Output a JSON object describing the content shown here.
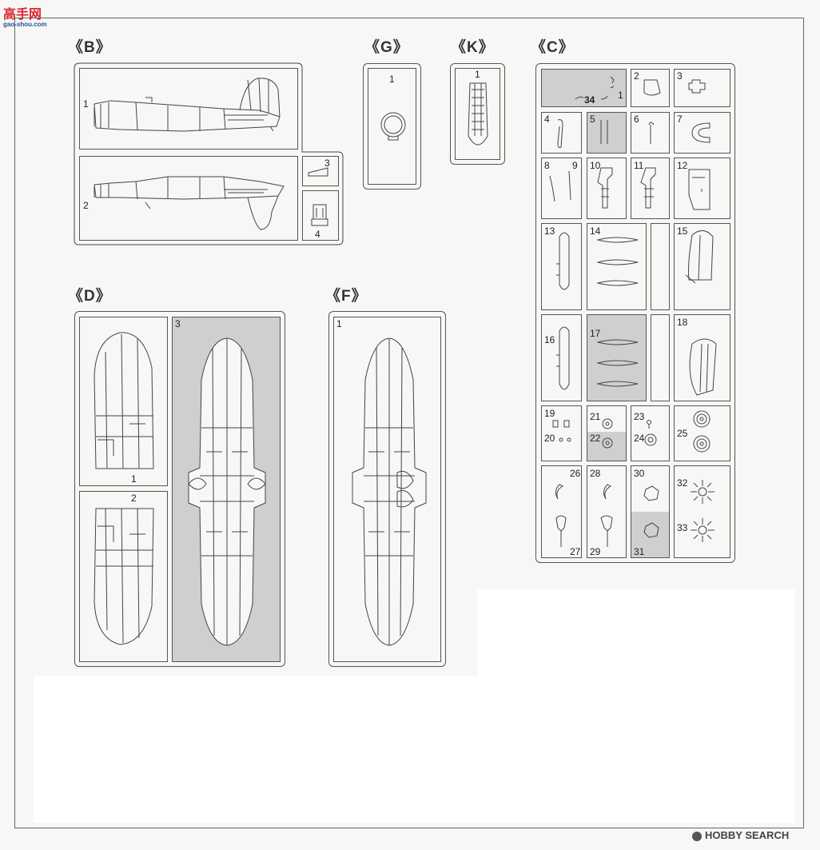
{
  "watermark_top": {
    "brand": "高手网",
    "url": "gao-shou.com"
  },
  "watermark_bottom": "HOBBY SEARCH",
  "groups": {
    "B": "《B》",
    "G": "《G》",
    "K": "《K》",
    "C": "《C》",
    "D": "《D》",
    "F": "《F》"
  },
  "B": {
    "p1": "1",
    "p2": "2",
    "p3": "3",
    "p4": "4"
  },
  "G": {
    "p1": "1"
  },
  "K": {
    "p1": "1"
  },
  "C": {
    "p1": "1",
    "p34": "34",
    "p2": "2",
    "p3": "3",
    "p4": "4",
    "p5": "5",
    "p6": "6",
    "p7": "7",
    "p8": "8",
    "p9": "9",
    "p10": "10",
    "p11": "11",
    "p12": "12",
    "p13": "13",
    "p14": "14",
    "p15": "15",
    "p16": "16",
    "p17": "17",
    "p18": "18",
    "p19": "19",
    "p20": "20",
    "p21": "21",
    "p22": "22",
    "p23": "23",
    "p24": "24",
    "p25": "25",
    "p26": "26",
    "p27": "27",
    "p28": "28",
    "p29": "29",
    "p30": "30",
    "p31": "31",
    "p32": "32",
    "p33": "33"
  },
  "D": {
    "p1": "1",
    "p2": "2",
    "p3": "3"
  },
  "F": {
    "p1": "1"
  }
}
